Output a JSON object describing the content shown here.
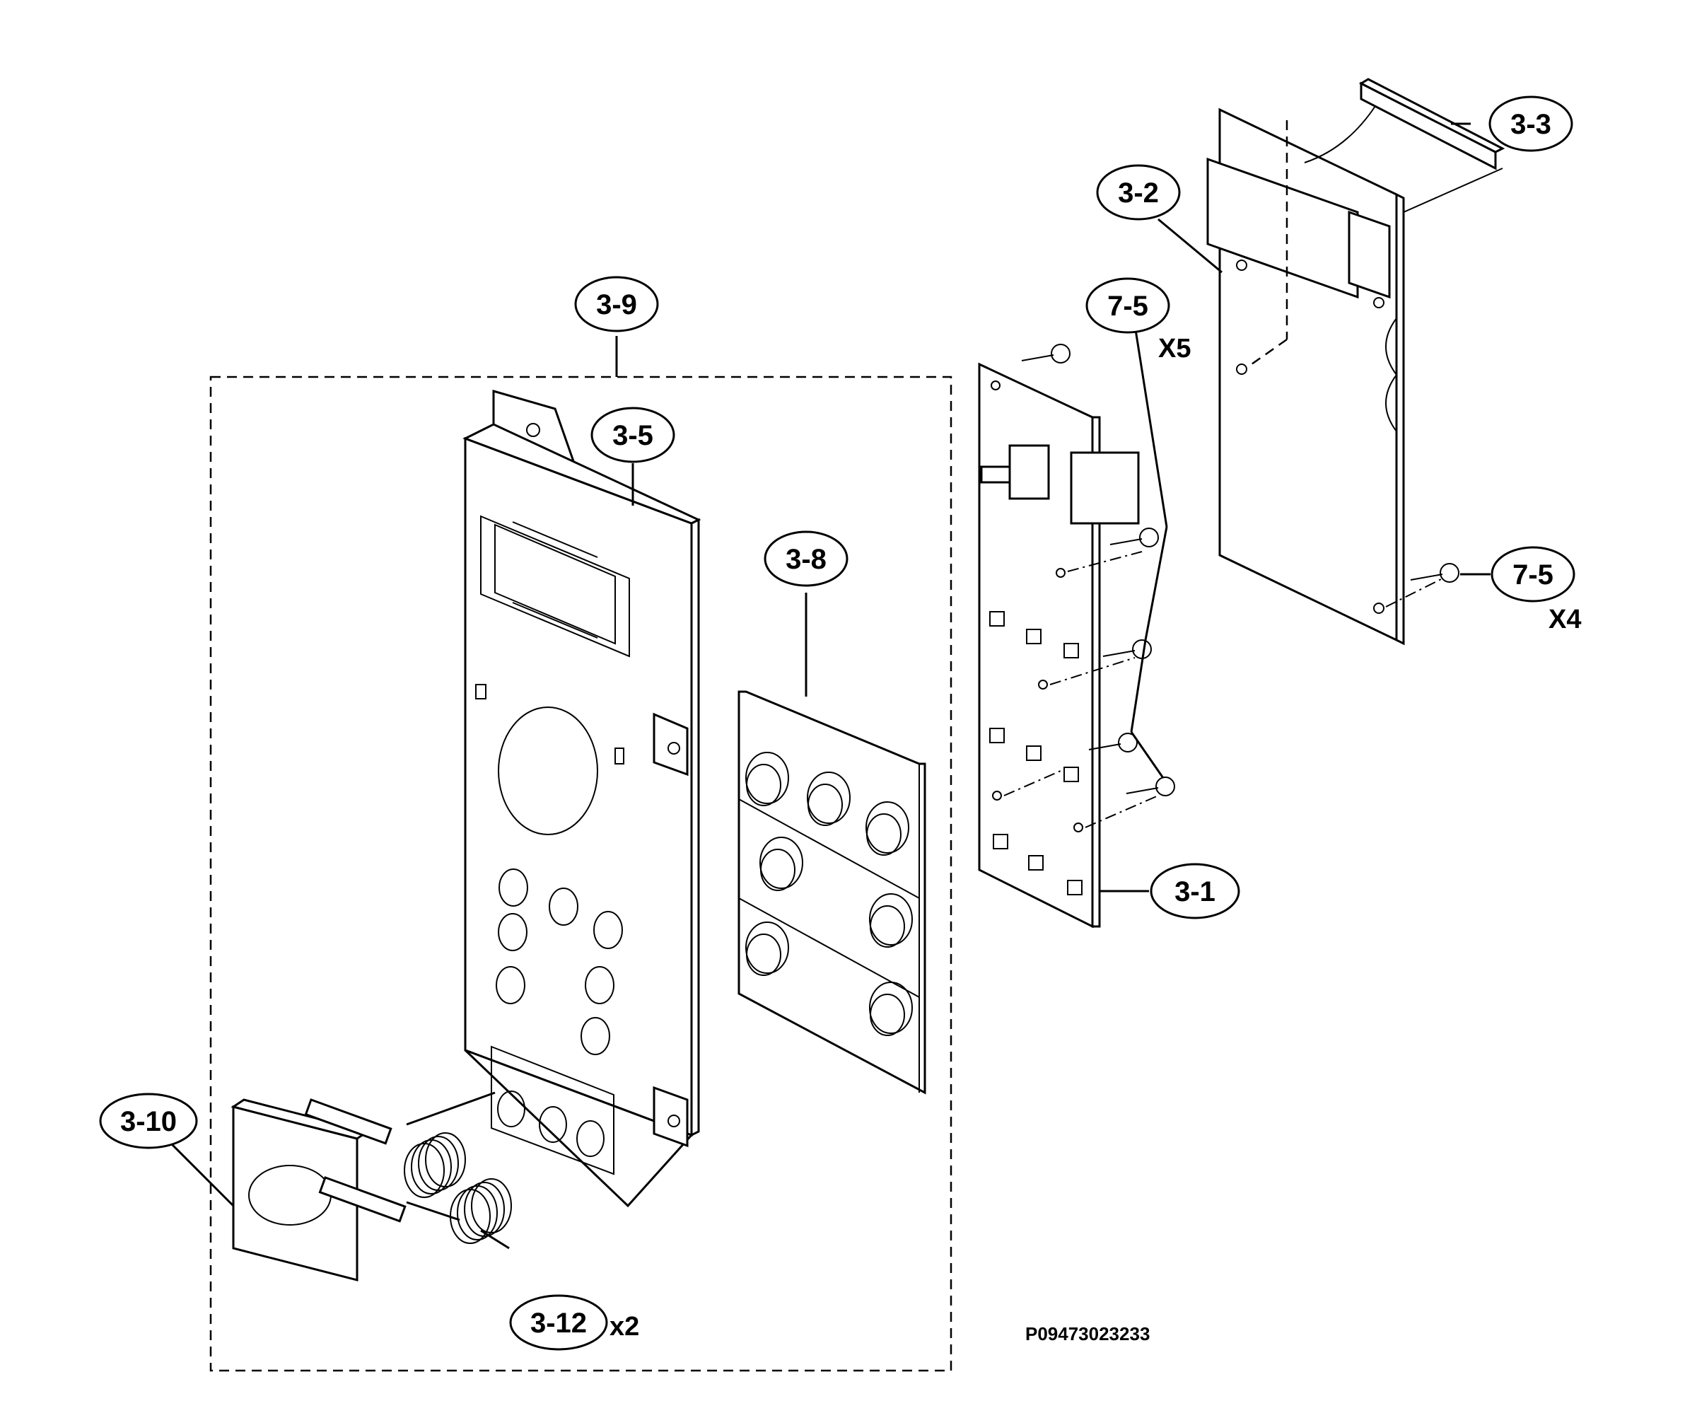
{
  "callouts": {
    "c3_1": "3-1",
    "c3_2": "3-2",
    "c3_3": "3-3",
    "c3_5": "3-5",
    "c3_8": "3-8",
    "c3_9": "3-9",
    "c3_10": "3-10",
    "c3_12": "3-12",
    "c7_5a": "7-5",
    "c7_5b": "7-5"
  },
  "quantities": {
    "q7_5a": "X5",
    "q7_5b": "X4",
    "q3_12": "x2"
  },
  "drawing_code": "P09473023233"
}
